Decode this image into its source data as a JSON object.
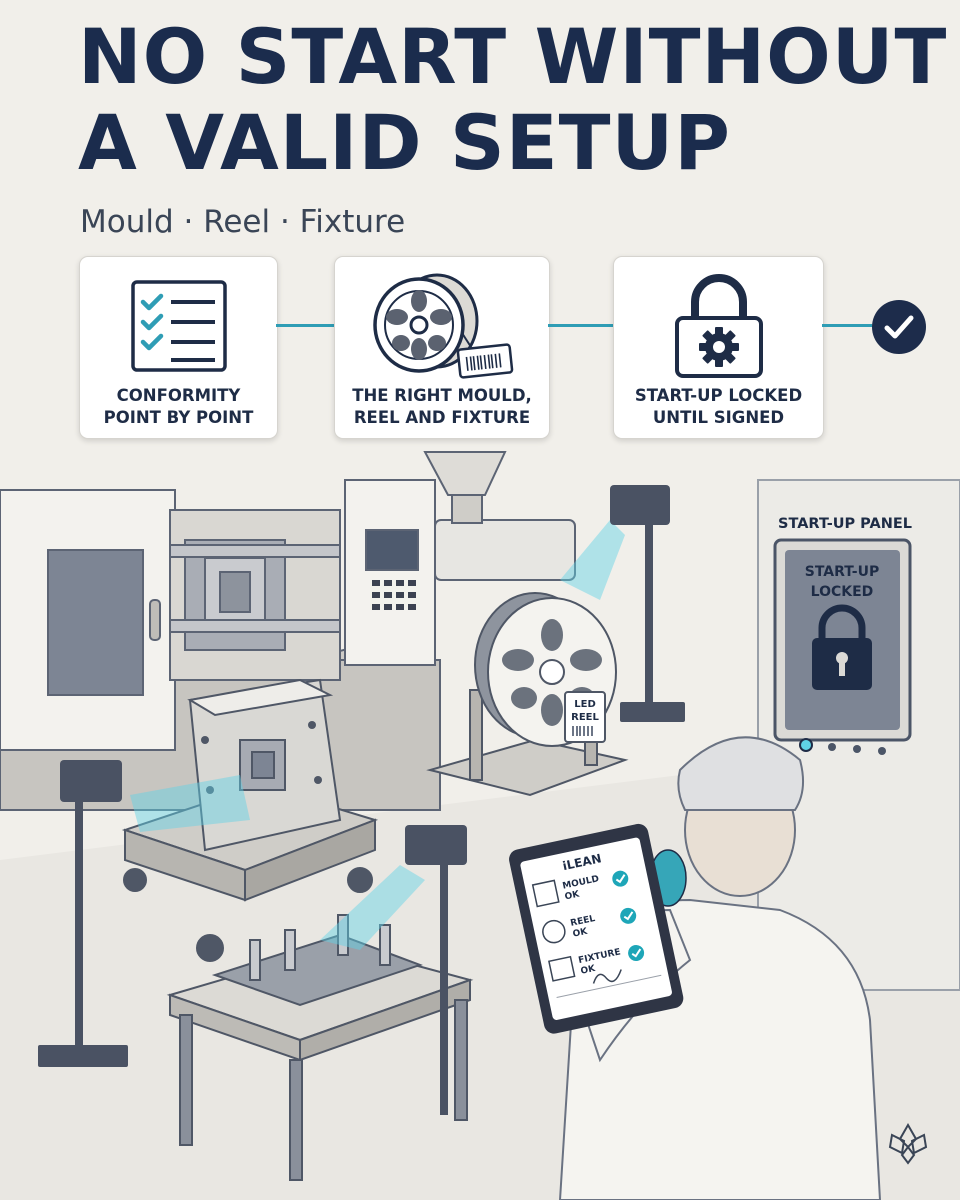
{
  "header": {
    "title_lines": [
      "NO START WITHOUT",
      "A VALID SETUP"
    ],
    "subtitle": "Mould · Reel · Fixture"
  },
  "steps": [
    {
      "icon": "checklist-icon",
      "label_lines": [
        "CONFORMITY",
        "POINT BY POINT"
      ]
    },
    {
      "icon": "reel-icon",
      "label_lines": [
        "THE RIGHT MOULD,",
        "REEL AND FIXTURE"
      ]
    },
    {
      "icon": "padlock-gear-icon",
      "label_lines": [
        "START-UP LOCKED",
        "UNTIL SIGNED"
      ]
    }
  ],
  "final_badge": {
    "icon": "check-icon"
  },
  "scene": {
    "reel_tag": [
      "LED",
      "REEL"
    ],
    "panel": {
      "title": "START-UP PANEL",
      "status_lines": [
        "START-UP",
        "LOCKED"
      ]
    },
    "tablet": {
      "app_name": "iLEAN",
      "items": [
        {
          "label_lines": [
            "MOULD",
            "OK"
          ]
        },
        {
          "label_lines": [
            "REEL",
            "OK"
          ]
        },
        {
          "label_lines": [
            "FIXTURE",
            "OK"
          ]
        }
      ]
    }
  },
  "colors": {
    "navy": "#1b2c4d",
    "accent_teal": "#2f9db5",
    "beam_cyan": "#5fd3e6",
    "check_green": "#1ea6b8",
    "background": "#f1efea"
  }
}
